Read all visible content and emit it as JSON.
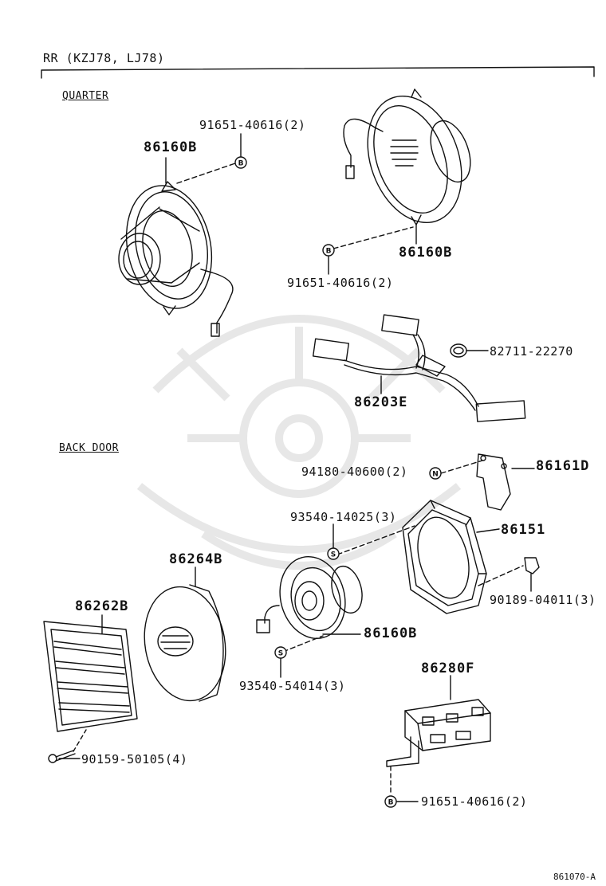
{
  "header": {
    "model_label": "RR (KZJ78, LJ78)"
  },
  "sections": {
    "quarter": "QUARTER",
    "back_door": "BACK DOOR"
  },
  "parts": {
    "p1": "86160B",
    "p2": "91651-40616(2)",
    "p3": "86160B",
    "p4": "91651-40616(2)",
    "p5": "82711-22270",
    "p6": "86203E",
    "p7": "94180-40600(2)",
    "p8": "86161D",
    "p9": "93540-14025(3)",
    "p10": "86151",
    "p11": "86264B",
    "p12": "86262B",
    "p13": "90189-04011(3)",
    "p14": "86160B",
    "p15": "93540-54014(3)",
    "p16": "86280F",
    "p17": "90159-50105(4)",
    "p18": "91651-40616(2)"
  },
  "fastener_marks": {
    "f1": "B",
    "f2": "B",
    "f3": "N",
    "f4": "S",
    "f5": "S",
    "f6": "B"
  },
  "footer": {
    "diagram_code": "861070-A"
  },
  "colors": {
    "ink": "#111111",
    "paper": "#ffffff"
  }
}
